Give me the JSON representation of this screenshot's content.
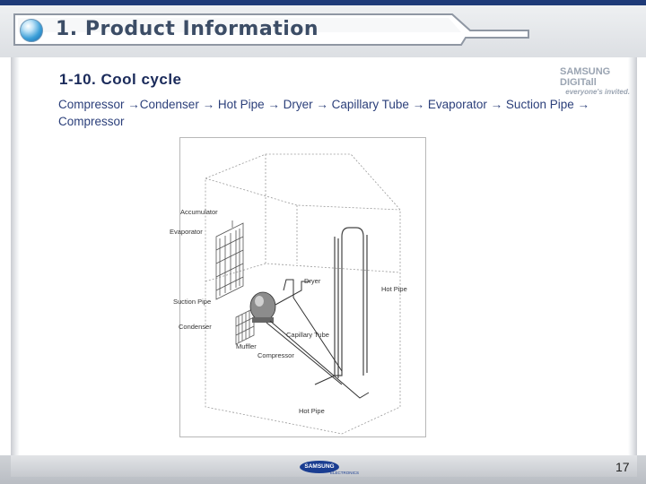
{
  "header": {
    "title": "1. Product Information"
  },
  "section": {
    "title": "1-10. Cool cycle",
    "flow_text": "Compressor →Condenser → Hot Pipe → Dryer → Capillary Tube → Evaporator → Suction Pipe → Compressor"
  },
  "logo": {
    "line1": "SAMSUNG DIGITall",
    "line2": "everyone's invited."
  },
  "diagram": {
    "labels": {
      "accumulator": "Accumulator",
      "evaporator": "Evaporator",
      "suction_pipe": "Suction Pipe",
      "condenser": "Condenser",
      "muffler": "Muffler",
      "compressor": "Compressor",
      "capillary_tube": "Capillary Tube",
      "dryer": "Dryer",
      "hot_pipe_right": "Hot Pipe",
      "hot_pipe_bottom": "Hot Pipe"
    }
  },
  "footer": {
    "brand": "SAMSUNG",
    "sub": "ELECTRONICS",
    "page_number": "17"
  },
  "colors": {
    "title_text": "#3c4d66",
    "body_text": "#2b3f7a",
    "brand_blue": "#1a3d91",
    "top_strip": "#1e3a78"
  }
}
